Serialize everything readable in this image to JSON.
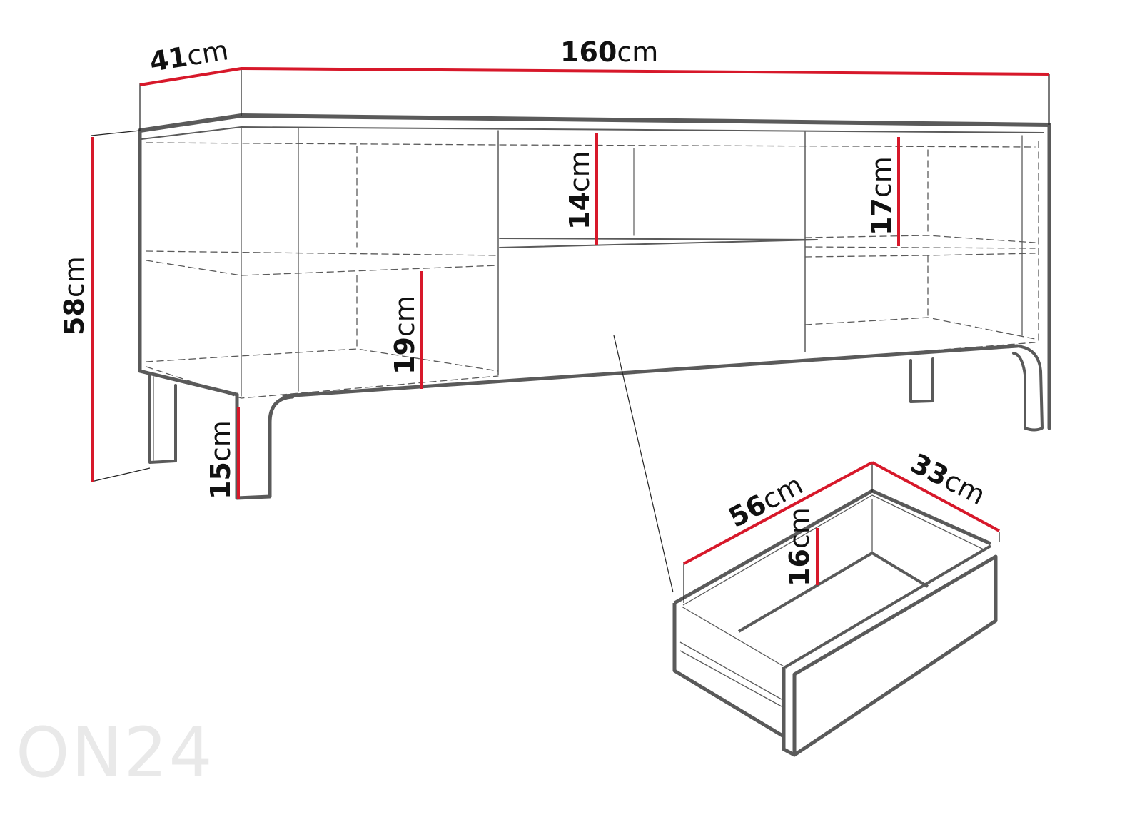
{
  "diagram": {
    "title": "TV stand dimension drawing",
    "colors": {
      "dimension_line": "#d7182a",
      "outline": "#5a5a5a",
      "text": "#111111",
      "watermark": "#e9e9e9"
    },
    "dimensions": {
      "width": {
        "num": "160",
        "unit": "cm"
      },
      "depth": {
        "num": "41",
        "unit": "cm"
      },
      "height": {
        "num": "58",
        "unit": "cm"
      },
      "leg_height": {
        "num": "15",
        "unit": "cm"
      },
      "left_shelf": {
        "num": "19",
        "unit": "cm"
      },
      "center_open": {
        "num": "14",
        "unit": "cm"
      },
      "right_shelf": {
        "num": "17",
        "unit": "cm"
      }
    },
    "drawer": {
      "width": {
        "num": "56",
        "unit": "cm"
      },
      "depth": {
        "num": "33",
        "unit": "cm"
      },
      "height": {
        "num": "16",
        "unit": "cm"
      }
    },
    "watermark": "ON24"
  }
}
